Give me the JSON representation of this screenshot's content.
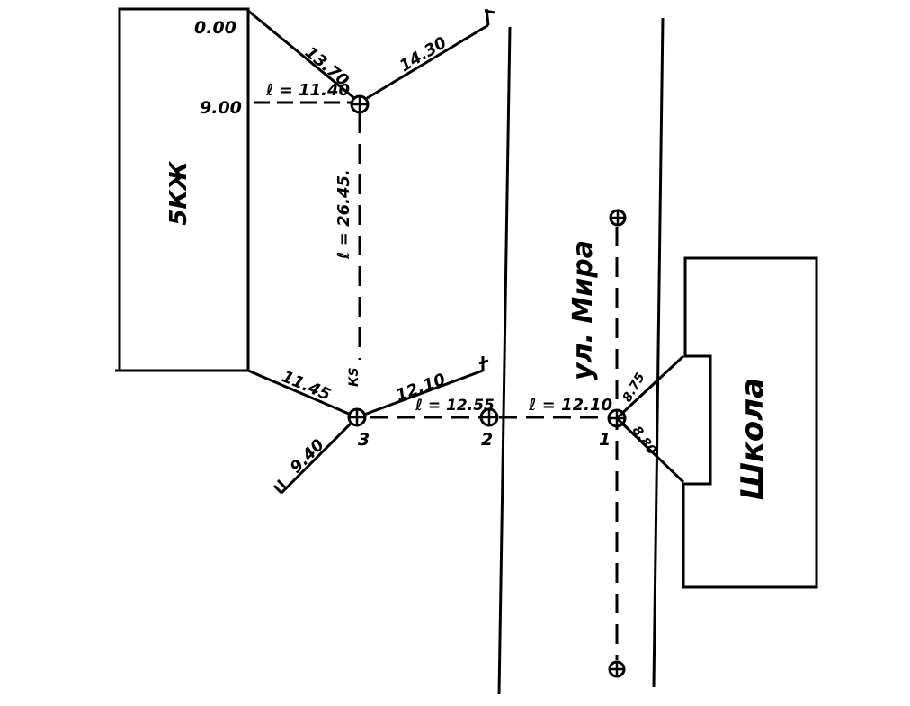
{
  "colors": {
    "ink": "#000000",
    "paper": "#ffffff"
  },
  "buildings": {
    "residential_label": "5КЖ",
    "school_label": "Школа"
  },
  "street": {
    "name": "ул. Мира"
  },
  "corner_marks": {
    "zero": "0.00",
    "nine": "9.00"
  },
  "wells": {
    "well_1": "1",
    "well_2": "2",
    "well_3": "3",
    "ks_label": "КS"
  },
  "lengths": {
    "top_branch": "ℓ = 11.40",
    "vertical_main": "ℓ = 26.45.",
    "well3_to_well2": "ℓ = 12.55",
    "well2_to_well1": "ℓ = 12.10"
  },
  "distances": {
    "d_13_70": "13.70",
    "d_14_30": "14.30",
    "d_11_45": "11.45",
    "d_12_10": "12.10",
    "d_9_40": "9.40",
    "d_8_75": "8.75",
    "d_8_80": "8.80"
  },
  "icons": {
    "well_symbol": "well-circle-cross-icon",
    "anchor_symbol": "anchor-tick-icon"
  }
}
